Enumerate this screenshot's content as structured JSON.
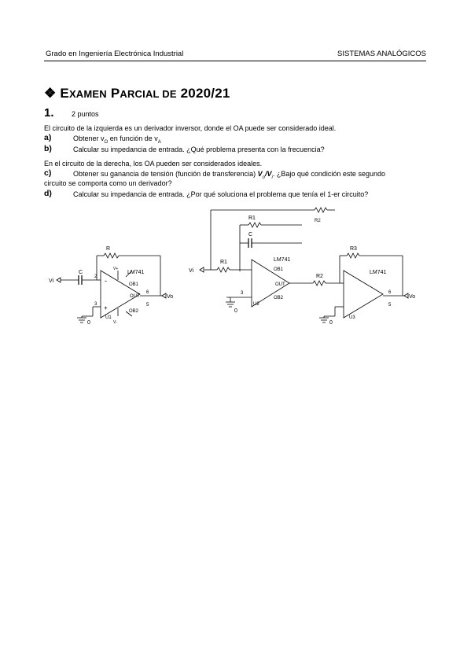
{
  "header": {
    "left": "Grado en Ingeniería Electrónica Industrial",
    "right": "SISTEMAS ANALÓGICOS"
  },
  "title": {
    "diamond": "❖",
    "w1_cap": "E",
    "w1_rest": "XAMEN",
    "w2_cap": "P",
    "w2_rest": "ARCIAL DE",
    "year": "2020/21"
  },
  "question": {
    "number": "1.",
    "points": "2 puntos",
    "intro": "El circuito de la izquierda es un derivador inversor, donde el OA puede ser considerado ideal.",
    "a_label": "a)",
    "a_text_1": "Obtener v",
    "a_sub_1": "O",
    "a_text_2": " en función de v",
    "a_sub_2": "A",
    "b_label": "b)",
    "b_text": "Calcular su impedancia de entrada. ¿Qué problema presenta con la frecuencia?",
    "intro2": "En el circuito de la derecha, los OA pueden ser considerados ideales.",
    "c_label": "c)",
    "c_text_1": "Obtener su ganancia de tensión (función de transferencia) ",
    "c_ratio": "V",
    "c_sub_1": "o",
    "c_slash": "/V",
    "c_sub_2": "i",
    "c_text_2": ". ¿Bajo qué condición este segundo",
    "c_text_3": "circuito se comporta como un derivador?",
    "d_label": "d)",
    "d_text": "Calcular su impedancia de entrada. ¿Por qué soluciona el problema que tenía el 1-er circuito?"
  },
  "circuit_left": {
    "vi": "Vi",
    "c": "C",
    "r": "R",
    "opamp": "LM741",
    "minus": "-",
    "plus": "+",
    "pin2": "2",
    "pin3": "3",
    "pin6": "6",
    "pin5": "5",
    "pin7": "V+",
    "pin4": "V-",
    "ob1": "OB1",
    "ob2": "OB2",
    "out": "OUT",
    "u1": "U1",
    "vo": "Vo",
    "gnd": "0"
  },
  "circuit_right": {
    "vi": "Vi",
    "r1a": "R1",
    "r1b": "R1",
    "c": "C",
    "r2": "R2",
    "r2b": "R2",
    "r3": "R3",
    "opamp1": "LM741",
    "opamp2": "LM741",
    "ob1": "OB1",
    "ob2": "OB2",
    "out": "OUT",
    "u2": "U2",
    "u3": "U3",
    "pin3": "3",
    "pin6": "6",
    "pin5": "5",
    "vo": "Vo",
    "gnd": "0"
  }
}
